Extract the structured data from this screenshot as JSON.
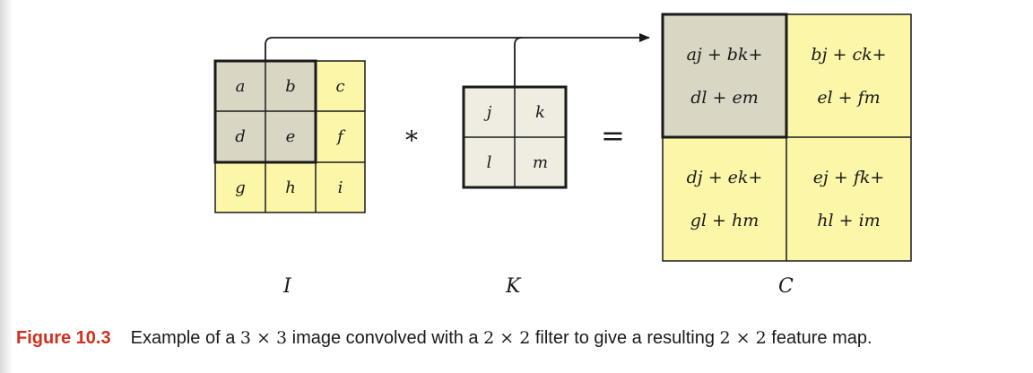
{
  "matrices": {
    "input": {
      "label": "I",
      "cells": [
        [
          "a",
          "b",
          "c"
        ],
        [
          "d",
          "e",
          "f"
        ],
        [
          "g",
          "h",
          "i"
        ]
      ]
    },
    "kernel": {
      "label": "K",
      "cells": [
        [
          "j",
          "k"
        ],
        [
          "l",
          "m"
        ]
      ]
    },
    "output": {
      "label": "C",
      "cells": [
        [
          {
            "line1": "aj + bk+",
            "line2": "dl + em"
          },
          {
            "line1": "bj + ck+",
            "line2": "el + fm"
          }
        ],
        [
          {
            "line1": "dj + ek+",
            "line2": "gl + hm"
          },
          {
            "line1": "ej + fk+",
            "line2": "hl + im"
          }
        ]
      ]
    }
  },
  "operators": {
    "convolve": "*",
    "equals": "="
  },
  "colors": {
    "highlight": "#d9d6c4",
    "yellow": "#fbf6a8",
    "kernel_fill": "#efece2",
    "border": "#1a1a1a",
    "caption_red": "#d0301d"
  },
  "caption": {
    "figure_label": "Figure 10.3",
    "text_1": "Example of a",
    "dim_1": "3 × 3",
    "text_2": "image convolved with a",
    "dim_2": "2 × 2",
    "text_3": "filter to give a resulting",
    "dim_3": "2 × 2",
    "text_4": "feature map."
  }
}
